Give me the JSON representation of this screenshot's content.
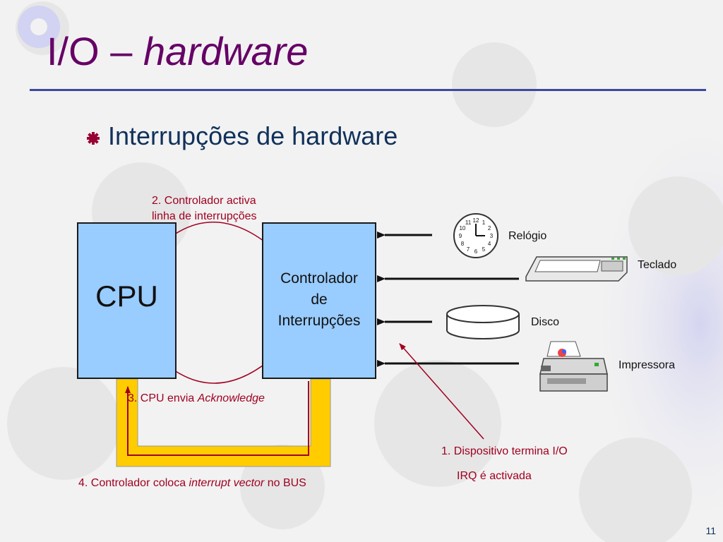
{
  "slide": {
    "title_main": "I/O – ",
    "title_italic": "hardware",
    "bullet": "Interrupções de hardware",
    "page_number": "11"
  },
  "diagram": {
    "cpu_label": "CPU",
    "controller_lines": [
      "Controlador",
      "de",
      "Interrupções"
    ],
    "devices": [
      "Relógio",
      "Teclado",
      "Disco",
      "Impressora"
    ],
    "clock_numbers": [
      "12",
      "1",
      "2",
      "3",
      "4",
      "5",
      "6",
      "7",
      "8",
      "9",
      "10",
      "11"
    ],
    "steps": {
      "step1_line1": "1. Dispositivo termina I/O",
      "step1_line2": "IRQ é activada",
      "step2_line1": "2. Controlador activa",
      "step2_line2": "linha de interrupções",
      "step3_text": "3. CPU envia ",
      "step3_italic": "Acknowledge",
      "step4_text": "4. Controlador coloca ",
      "step4_italic": "interrupt vector",
      "step4_suffix": " no BUS"
    },
    "colors": {
      "box_fill": "#99ccff",
      "bus": "#ffcc00",
      "annotation": "#a00020",
      "title": "#660066"
    }
  }
}
